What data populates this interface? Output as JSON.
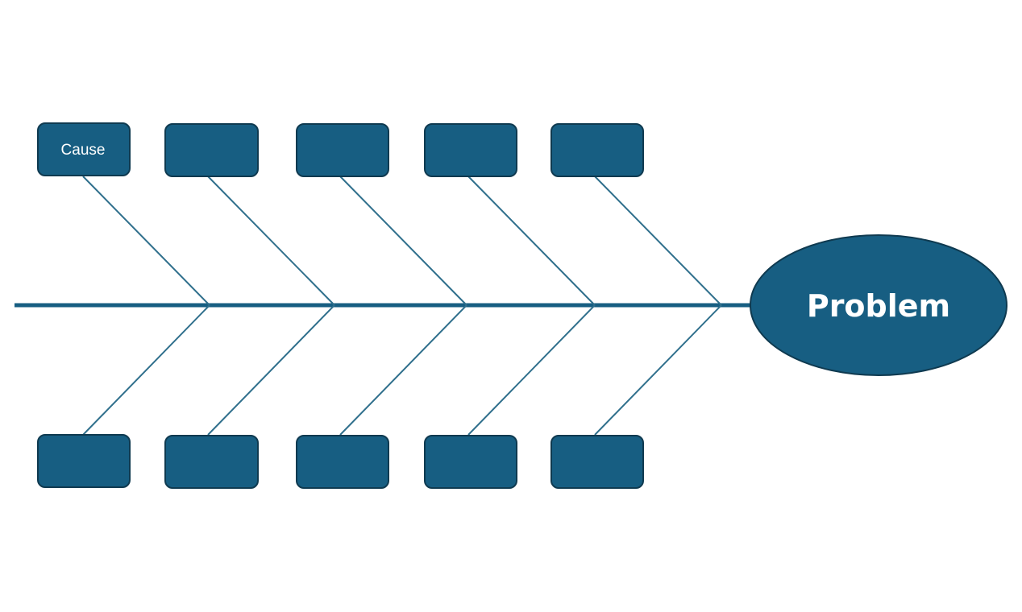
{
  "diagram": {
    "type": "fishbone",
    "problem": {
      "label": "Problem"
    },
    "top_causes": [
      {
        "label": "Cause"
      },
      {
        "label": ""
      },
      {
        "label": ""
      },
      {
        "label": ""
      },
      {
        "label": ""
      }
    ],
    "bottom_causes": [
      {
        "label": ""
      },
      {
        "label": ""
      },
      {
        "label": ""
      },
      {
        "label": ""
      },
      {
        "label": ""
      }
    ]
  },
  "colors": {
    "box_fill": "#175e82",
    "box_stroke": "#0f3a50",
    "spine": "#175e82",
    "bone": "#2f6f8c",
    "text": "#ffffff"
  }
}
